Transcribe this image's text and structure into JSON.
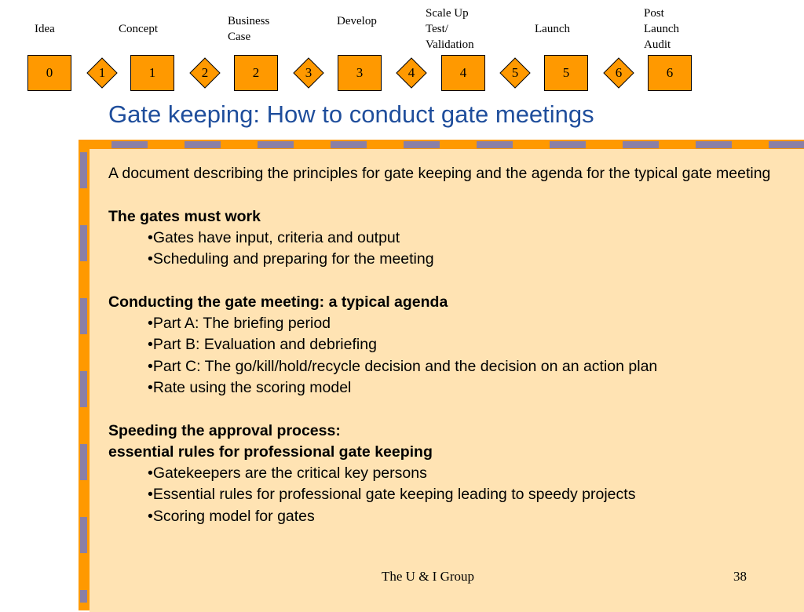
{
  "stages": [
    {
      "label": "Idea",
      "box": "0",
      "gate": "1"
    },
    {
      "label": "Concept",
      "box": "1",
      "gate": "2"
    },
    {
      "label": "Business\n Case",
      "box": "2",
      "gate": "3"
    },
    {
      "label": "Develop",
      "box": "3",
      "gate": "4"
    },
    {
      "label": "Scale Up\nTest/\nValidation",
      "box": "4",
      "gate": "5"
    },
    {
      "label": "Launch",
      "box": "5",
      "gate": "6"
    },
    {
      "label": "Post\nLaunch\nAudit",
      "box": "6"
    }
  ],
  "colors": {
    "stage_fill": "#ff9900",
    "title": "#1f4e9c",
    "panel": "#ffe3b3",
    "dash": "#8a7fa6"
  },
  "title": "Gate keeping: How to conduct gate meetings",
  "content": {
    "intro": "A document describing the principles for gate keeping and the agenda for the typical gate meeting",
    "sections": [
      {
        "headings": [
          "The gates must work"
        ],
        "bullets": [
          "•Gates have input, criteria and output",
          "•Scheduling and preparing for the meeting"
        ]
      },
      {
        "headings": [
          "Conducting the gate meeting: a typical agenda"
        ],
        "bullets": [
          "•Part A: The briefing period",
          "•Part B: Evaluation and debriefing",
          "•Part C: The go/kill/hold/recycle decision and the decision on an action plan",
          "•Rate using the scoring model"
        ]
      },
      {
        "headings": [
          "Speeding the approval process:",
          "essential rules for professional gate keeping"
        ],
        "bullets": [
          "•Gatekeepers are the critical key persons",
          "•Essential rules for professional gate keeping leading to speedy projects",
          "•Scoring model for gates"
        ]
      }
    ]
  },
  "footer": {
    "company": "The U & I Group",
    "page": "38"
  }
}
